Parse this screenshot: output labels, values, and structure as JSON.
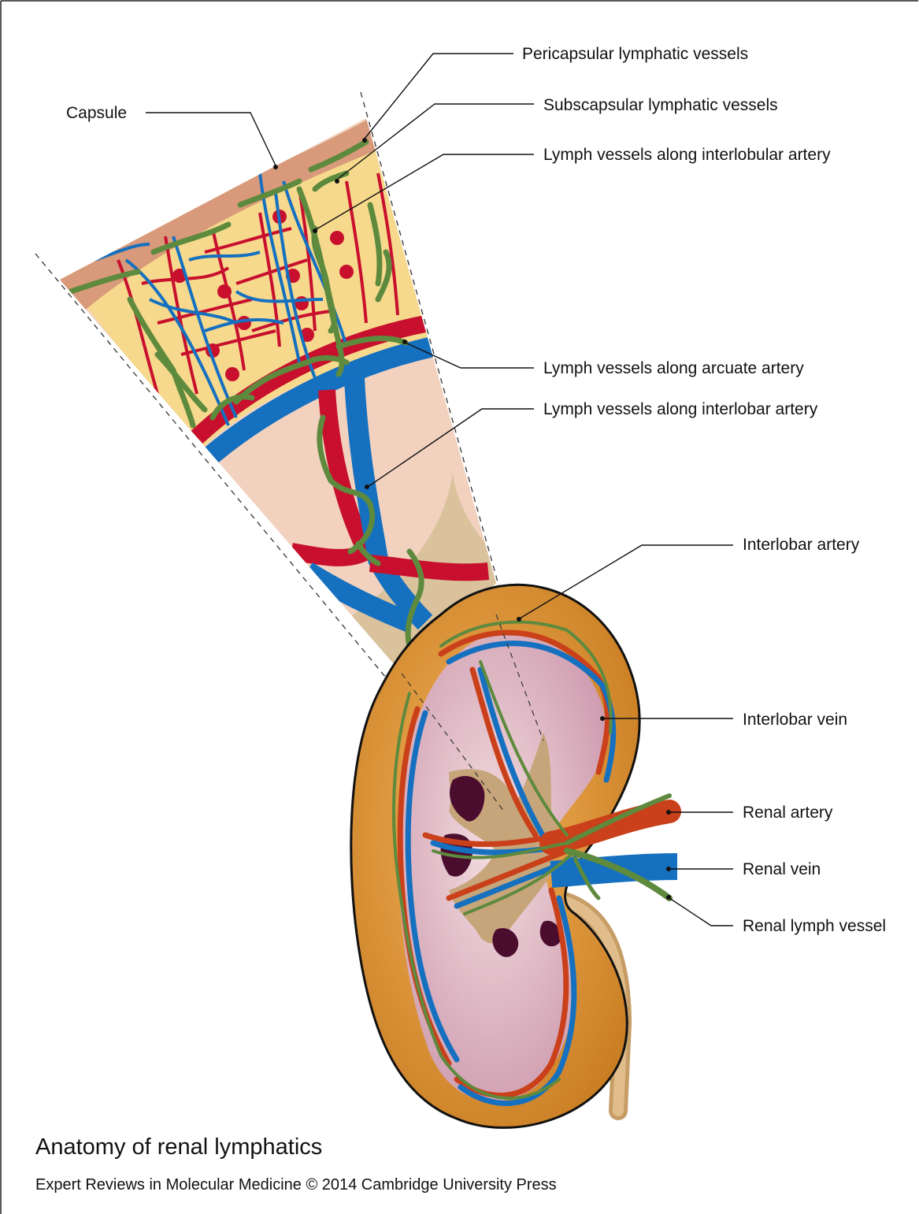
{
  "figure": {
    "caption_title": "Anatomy of renal lymphatics",
    "caption_credit": "Expert Reviews in Molecular Medicine © 2014 Cambridge University Press"
  },
  "labels": {
    "capsule": "Capsule",
    "pericapsular": "Pericapsular lymphatic vessels",
    "subscapsular": "Subscapsular lymphatic vessels",
    "interlobular": "Lymph vessels along interlobular artery",
    "arcuate": "Lymph vessels along arcuate artery",
    "interlobar_lymph": "Lymph vessels along interlobar artery",
    "interlobar_artery": "Interlobar artery",
    "interlobar_vein": "Interlobar vein",
    "renal_artery": "Renal artery",
    "renal_vein": "Renal vein",
    "renal_lymph": "Renal lymph vessel"
  },
  "colors": {
    "capsule": "#d89a7a",
    "cortex": "#f6d98c",
    "medulla": "#f2d2bf",
    "artery": "#c8102e",
    "vein": "#1570c0",
    "lymph": "#6d9a4a",
    "kidney_outer": "#d99336",
    "kidney_inner": "#d9a7b8",
    "ureter": "#d8b07a"
  }
}
